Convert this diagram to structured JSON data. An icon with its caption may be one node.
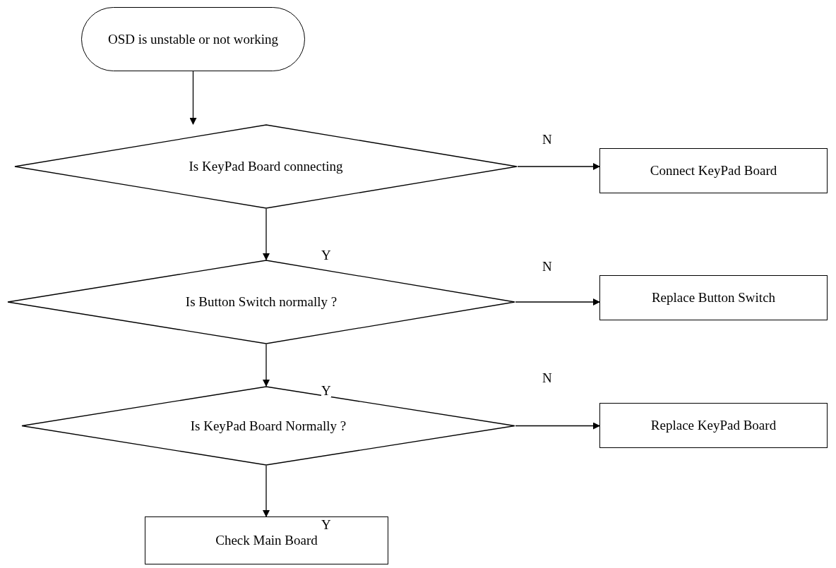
{
  "diagram": {
    "nodes": [
      {
        "text": [
          "OSD is unstable or not working"
        ]
      },
      {
        "text": [
          "Is KeyPad Board connecting"
        ]
      },
      {
        "text": [
          "Connect KeyPad Board"
        ]
      },
      {
        "text": [
          "Is Button Switch normally ?"
        ]
      },
      {
        "text": [
          "Replace Button Switch"
        ]
      },
      {
        "text": [
          "Is KeyPad Board Normally ?"
        ]
      },
      {
        "text": [
          "Replace KeyPad Board"
        ]
      },
      {
        "text": [
          "Check Main Board"
        ]
      }
    ],
    "edges": [
      {
        "from": 0,
        "to": 1,
        "arrow": "to"
      },
      {
        "from": 1,
        "to": 2,
        "arrow": "to",
        "label": "N"
      },
      {
        "from": 1,
        "to": 3,
        "arrow": "to",
        "label": "Y"
      },
      {
        "from": 3,
        "to": 4,
        "arrow": "to",
        "label": "N"
      },
      {
        "from": 3,
        "to": 5,
        "arrow": "to",
        "label": "Y"
      },
      {
        "from": 5,
        "to": 6,
        "arrow": "to",
        "label": "N"
      },
      {
        "from": 5,
        "to": 7,
        "arrow": "to",
        "label": "Y"
      }
    ]
  }
}
